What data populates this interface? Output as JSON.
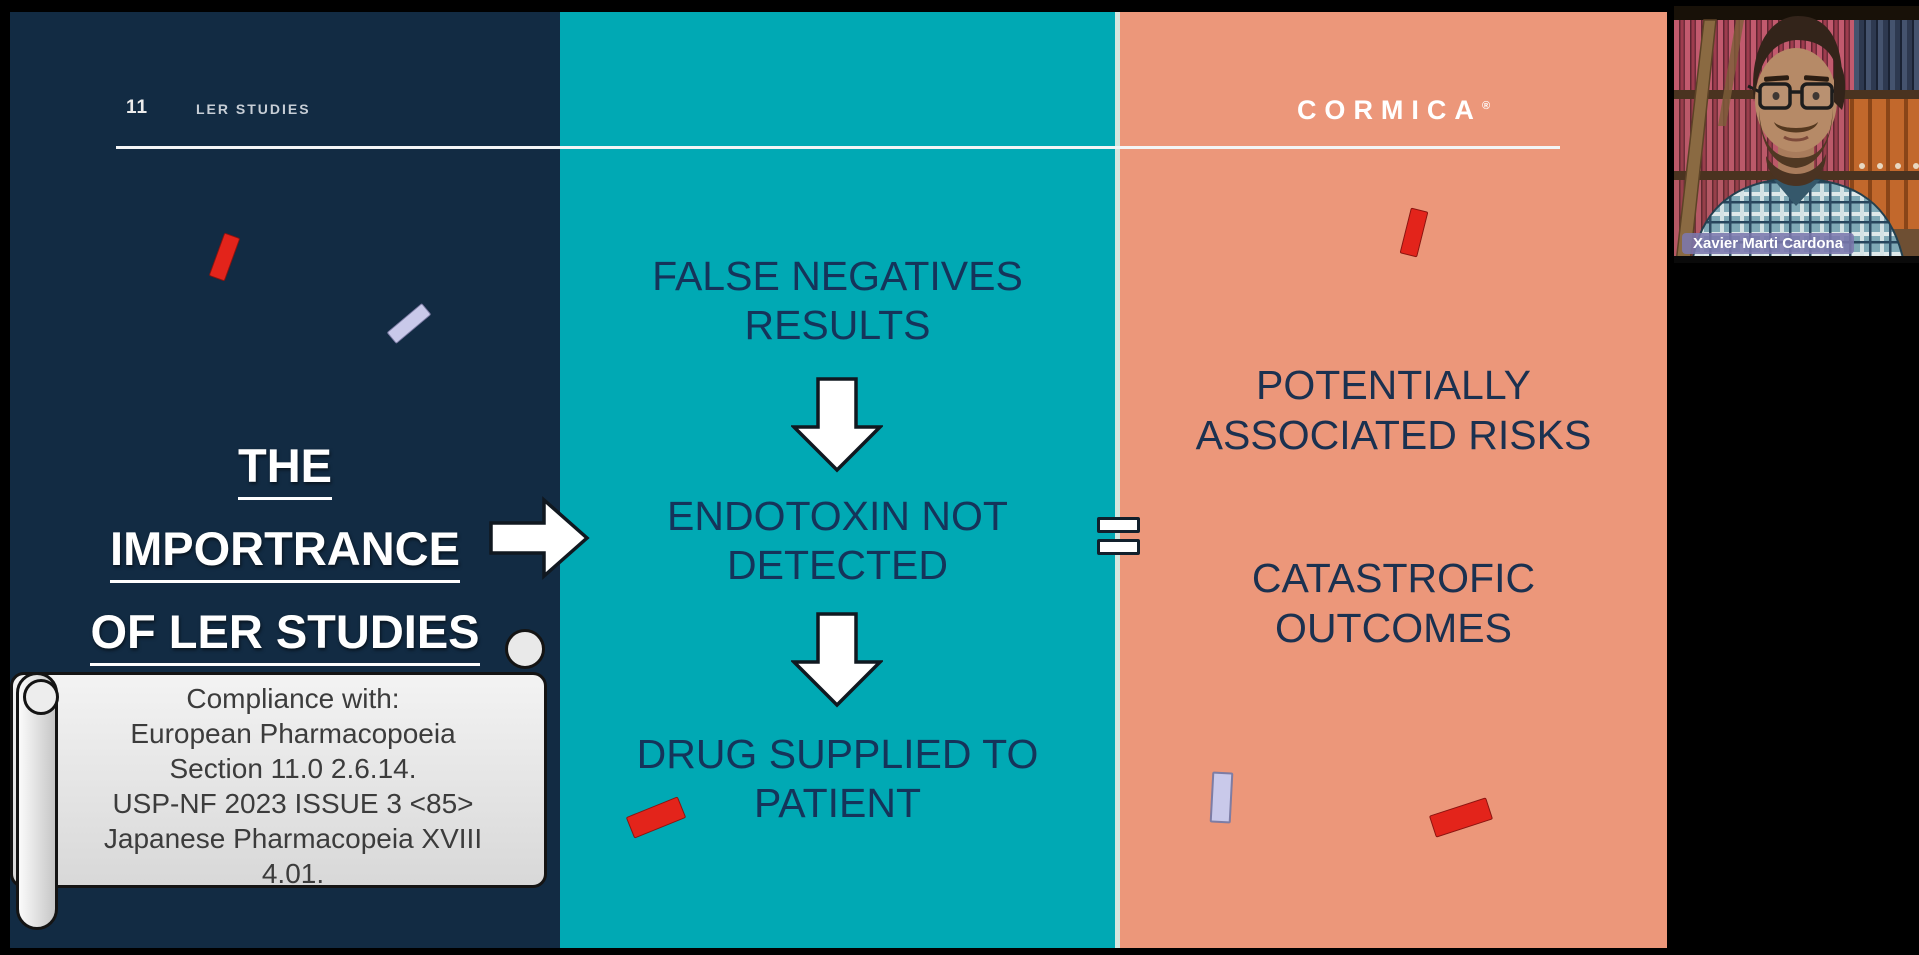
{
  "slide": {
    "page_number": "11",
    "header_label": "LER STUDIES",
    "title": {
      "line1": "THE",
      "line2": "IMPORTRANCE",
      "line3": "OF LER STUDIES"
    },
    "compliance_note": {
      "line1": "Compliance with:",
      "line2": "European Pharmacopoeia",
      "line3": "Section 11.0 2.6.14.",
      "line4": "USP-NF 2023 ISSUE 3 <85>",
      "line5": "Japanese Pharmacopeia XVIII",
      "line6": "4.01."
    },
    "flow_steps": {
      "step1": "FALSE NEGATIVES\nRESULTS",
      "step2": "ENDOTOXIN NOT\nDETECTED",
      "step3": "DRUG SUPPLIED TO\nPATIENT"
    },
    "risk_items": {
      "item1": "POTENTIALLY\nASSOCIATED RISKS",
      "item2": "CATASTROFIC\nOUTCOMES"
    },
    "brand": {
      "name": "CORMICA",
      "registered_mark": "®"
    },
    "colors": {
      "navy_panel": "#122b43",
      "teal_panel": "#00a9b4",
      "salmon_panel": "#ec977a",
      "flow_text": "#15345a",
      "accent_red": "#e3241b",
      "accent_lavender": "#c9c9ea",
      "scroll_fill": "#e6e6e6"
    }
  },
  "webcam": {
    "participant_name": "Xavier Marti Cardona"
  }
}
